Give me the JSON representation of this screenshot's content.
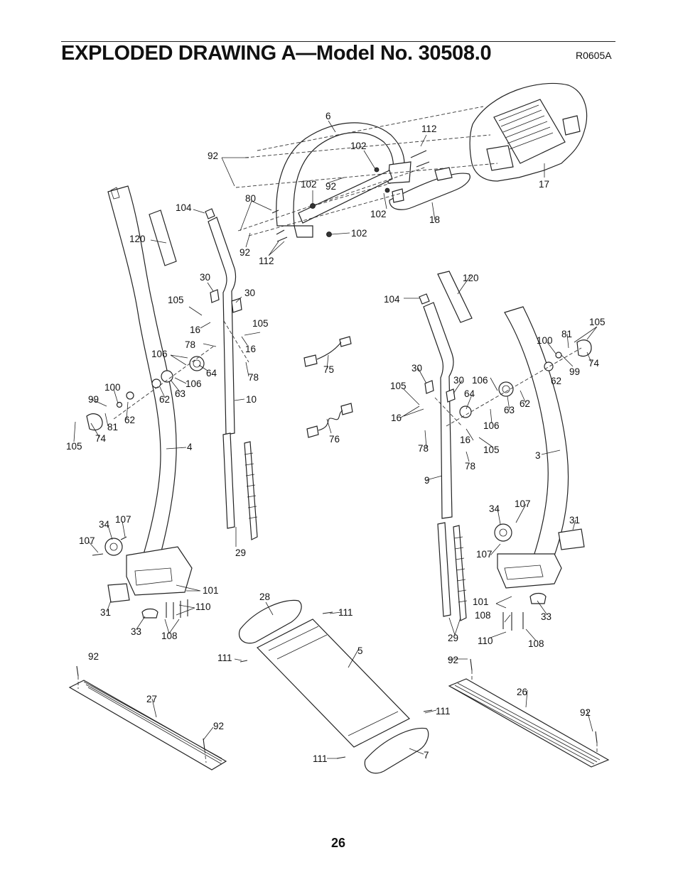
{
  "title": "EXPLODED DRAWING A—Model No. 30508.0",
  "drawing_code": "R0605A",
  "page_number": "26",
  "callouts": {
    "c6": "6",
    "c112a": "112",
    "c92a": "92",
    "c102a": "102",
    "c102b": "102",
    "c92b": "92",
    "c17": "17",
    "c104a": "104",
    "c80": "80",
    "c102c": "102",
    "c18": "18",
    "c120a": "120",
    "c92c": "92",
    "c112b": "112",
    "c102d": "102",
    "c30a": "30",
    "c30b": "30",
    "c105a": "105",
    "c16a": "16",
    "c105b": "105",
    "c78a": "78",
    "c16b": "16",
    "c106a": "106",
    "c64a": "64",
    "c78b": "78",
    "c100a": "100",
    "c106b": "106",
    "c62a": "62",
    "c63a": "63",
    "c10": "10",
    "c99a": "99",
    "c62b": "62",
    "c81a": "81",
    "c74a": "74",
    "c105c": "105",
    "c4": "4",
    "c34a": "34",
    "c107a": "107",
    "c107b": "107",
    "c29a": "29",
    "c101a": "101",
    "c110a": "110",
    "c31a": "31",
    "c33a": "33",
    "c108a": "108",
    "c75": "75",
    "c76": "76",
    "c120b": "120",
    "c104b": "104",
    "c105d": "105",
    "c100b": "100",
    "c81b": "81",
    "c30c": "30",
    "c30d": "30",
    "c106c": "106",
    "c105e": "105",
    "c64b": "64",
    "c62c": "62",
    "c99b": "99",
    "c74b": "74",
    "c16c": "16",
    "c63b": "63",
    "c62d": "62",
    "c106d": "106",
    "c78c": "78",
    "c16d": "16",
    "c105f": "105",
    "c3": "3",
    "c9": "9",
    "c78d": "78",
    "c34b": "34",
    "c107c": "107",
    "c31b": "31",
    "c107d": "107",
    "c101b": "101",
    "c108b": "108",
    "c33b": "33",
    "c29b": "29",
    "c110b": "110",
    "c108c": "108",
    "c28": "28",
    "c111a": "111",
    "c111b": "111",
    "c5": "5",
    "c92d": "92",
    "c27": "27",
    "c92e": "92",
    "c92f": "92",
    "c26": "26",
    "c92g": "92",
    "c111c": "111",
    "c7": "7",
    "c111d": "111"
  }
}
